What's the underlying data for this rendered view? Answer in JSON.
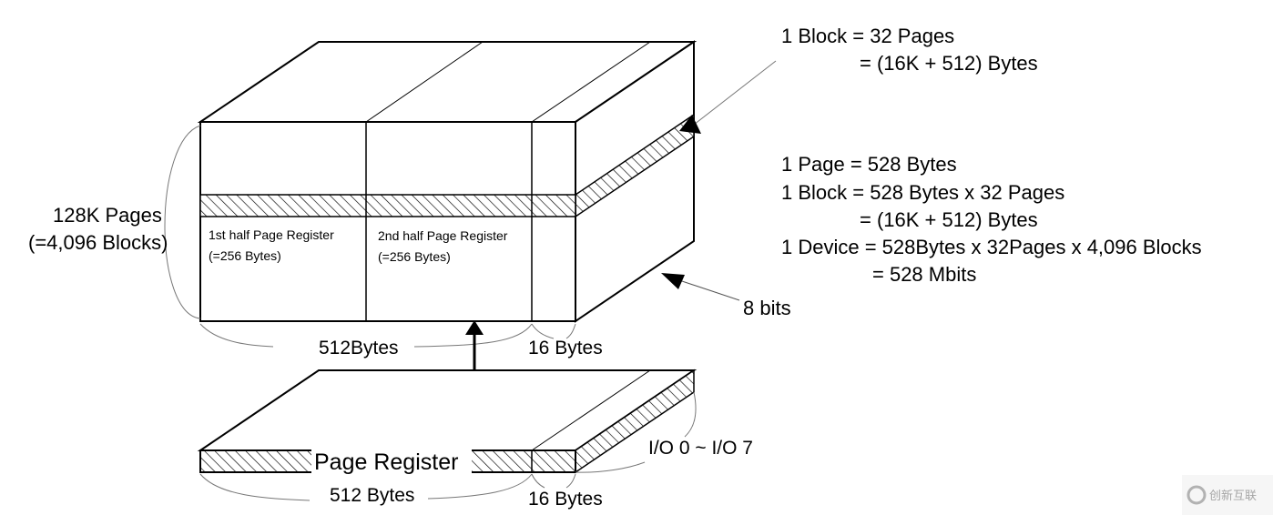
{
  "labels": {
    "block_eq_line1": "1 Block = 32 Pages",
    "block_eq_line2": "= (16K + 512) Bytes",
    "page_eq": "1 Page = 528 Bytes",
    "block_calc_line1": "1 Block = 528 Bytes x 32 Pages",
    "block_calc_line2": "= (16K + 512) Bytes",
    "device_line1": "1 Device = 528Bytes x 32Pages x 4,096 Blocks",
    "device_line2": "= 528 Mbits",
    "pages_count_line1": "128K Pages",
    "pages_count_line2": "(=4,096 Blocks)",
    "first_half_line1": "1st half Page Register",
    "first_half_line2": "(=256 Bytes)",
    "second_half_line1": "2nd half Page Register",
    "second_half_line2": "(=256 Bytes)",
    "eight_bits": "8 bits",
    "cube_main_width": "512Bytes",
    "cube_spare_width": "16 Bytes",
    "page_register": "Page Register",
    "io_range": "I/O 0 ~ I/O 7",
    "register_main_width": "512 Bytes",
    "register_spare_width": "16 Bytes"
  },
  "watermark": {
    "text": "创新互联",
    "color": "#8a8a8a"
  }
}
